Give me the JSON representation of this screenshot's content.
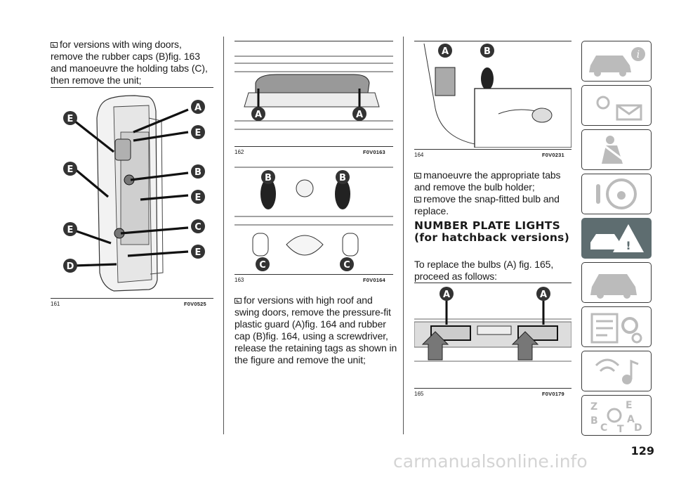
{
  "col1": {
    "para": "for versions with wing doors, remove the rubber caps (B)fig. 163 and manoeuvre the holding tabs (C), then remove the unit;"
  },
  "fig161": {
    "num": "161",
    "code": "F0V0525",
    "labels": [
      "A",
      "E",
      "B",
      "E",
      "C",
      "E",
      "E",
      "E",
      "E",
      "D"
    ]
  },
  "fig162": {
    "num": "162",
    "code": "F0V0163",
    "labels": [
      "A",
      "A"
    ]
  },
  "fig163": {
    "num": "163",
    "code": "F0V0164",
    "labels": [
      "B",
      "B",
      "C",
      "C"
    ]
  },
  "col2": {
    "para": "for versions with high roof and swing doors, remove the pressure-fit plastic guard (A)fig. 164 and rubber cap (B)fig. 164, using a screwdriver, release the retaining tags as shown in the figure and remove the unit;"
  },
  "fig164": {
    "num": "164",
    "code": "F0V0231",
    "labels": [
      "A",
      "B"
    ]
  },
  "col3": {
    "bullet1": "manoeuvre the appropriate tabs and remove the bulb holder;",
    "bullet2": "remove the snap-fitted bulb and replace.",
    "heading": "NUMBER PLATE LIGHTS (for hatchback versions)",
    "para": "To replace the bulbs (A) fig. 165, proceed as follows:"
  },
  "fig165": {
    "num": "165",
    "code": "F0V0179",
    "labels": [
      "A",
      "A"
    ]
  },
  "sidebar": {
    "tabs": [
      "car-info",
      "warning-lights",
      "safety",
      "starting-driving",
      "emergency",
      "maintenance",
      "technical-data",
      "multimedia",
      "index"
    ],
    "active_index": 4,
    "accent": "#5e6d70"
  },
  "page_number": "129",
  "watermark": "carmanualsonline.info"
}
